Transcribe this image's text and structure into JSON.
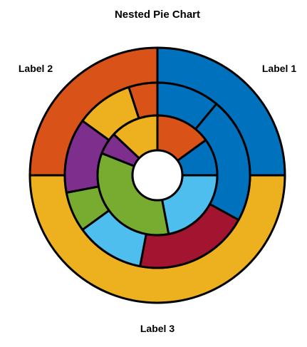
{
  "chart_data": {
    "type": "pie",
    "title": "Nested Pie Chart",
    "rings": [
      {
        "level": "outer",
        "start_angle_deg": 90,
        "direction": "clockwise",
        "slices": [
          {
            "label": "Label 1",
            "value": 25,
            "color": "#0072BD"
          },
          {
            "label": "Label 3",
            "value": 50,
            "color": "#EDB120"
          },
          {
            "label": "Label 2",
            "value": 25,
            "color": "#D95319"
          }
        ]
      },
      {
        "level": "middle",
        "start_angle_deg": 90,
        "direction": "clockwise",
        "slices": [
          {
            "value": 11,
            "color": "#0072BD"
          },
          {
            "value": 22,
            "color": "#0072BD"
          },
          {
            "value": 20,
            "color": "#A2142F"
          },
          {
            "value": 12,
            "color": "#4DBEEE"
          },
          {
            "value": 7,
            "color": "#77AC30"
          },
          {
            "value": 13,
            "color": "#7E2F8E"
          },
          {
            "value": 10,
            "color": "#EDB120"
          },
          {
            "value": 5,
            "color": "#D95319"
          }
        ]
      },
      {
        "level": "inner",
        "start_angle_deg": 90,
        "direction": "clockwise",
        "slices": [
          {
            "value": 15,
            "color": "#D95319"
          },
          {
            "value": 10,
            "color": "#0072BD"
          },
          {
            "value": 22,
            "color": "#4DBEEE"
          },
          {
            "value": 34,
            "color": "#77AC30"
          },
          {
            "value": 6,
            "color": "#7E2F8E"
          },
          {
            "value": 13,
            "color": "#EDB120"
          }
        ]
      }
    ],
    "legend": "none",
    "grid": false
  }
}
